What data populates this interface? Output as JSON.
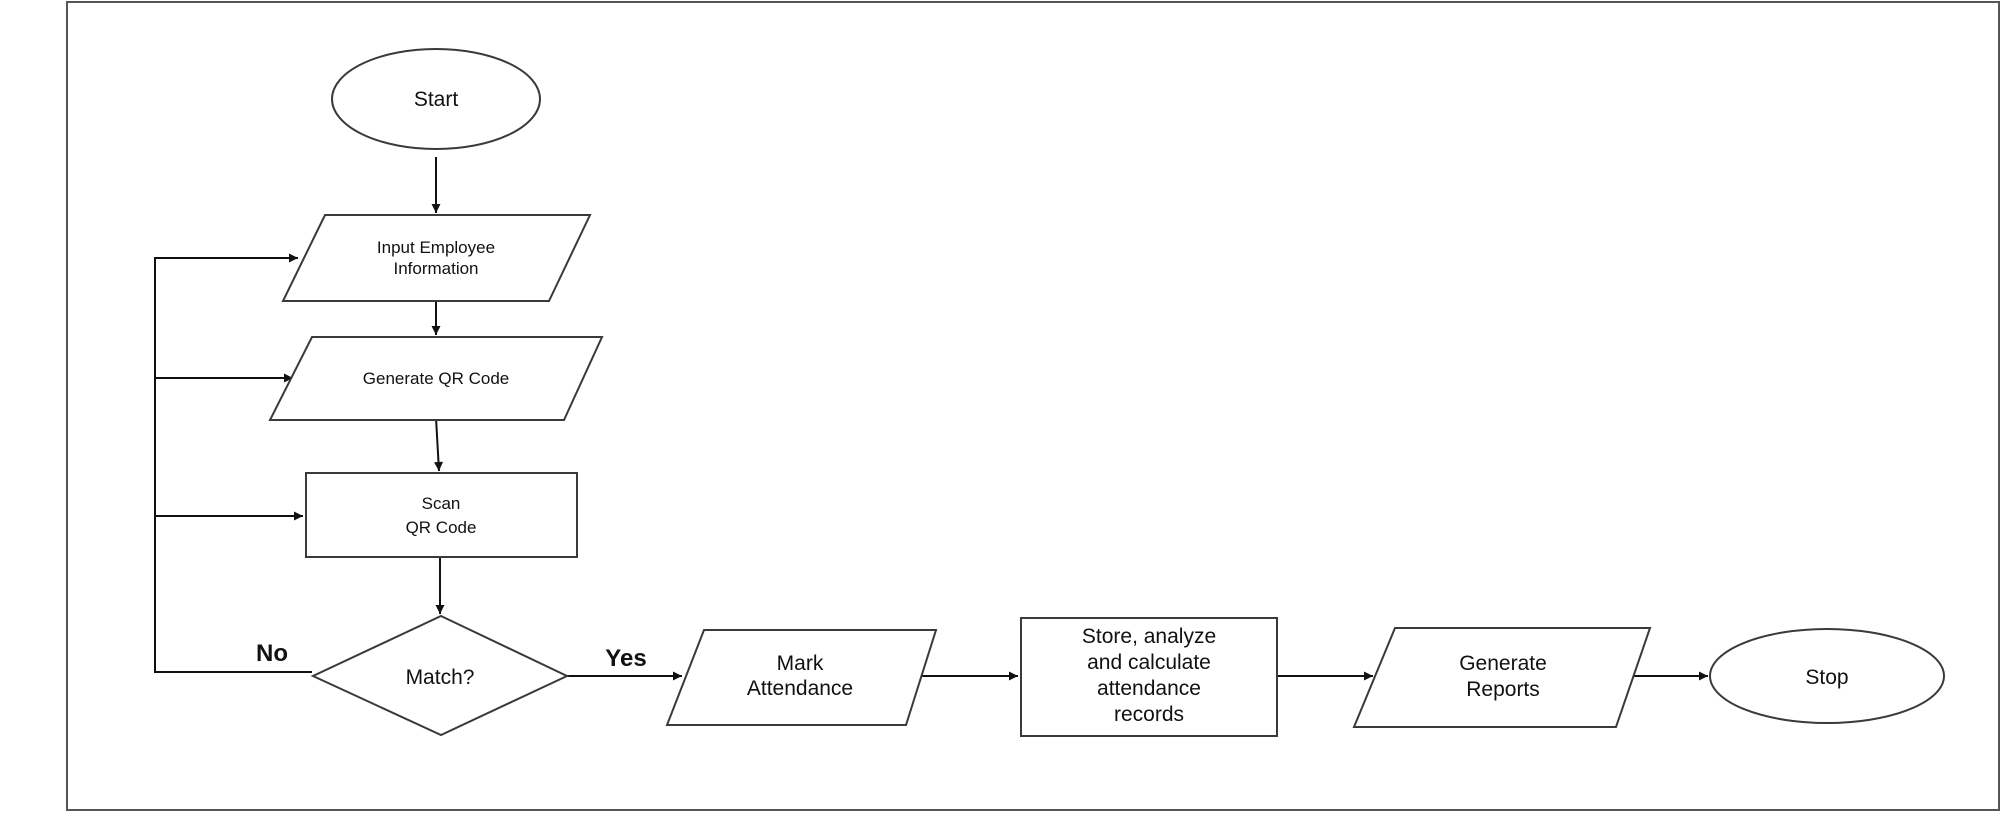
{
  "nodes": {
    "start": {
      "label": "Start"
    },
    "input": {
      "lines": [
        "Input Employee",
        "Information"
      ]
    },
    "generate_qr": {
      "label": "Generate QR Code"
    },
    "scan": {
      "lines": [
        "Scan",
        "QR Code"
      ]
    },
    "match": {
      "label": "Match?"
    },
    "mark": {
      "lines": [
        "Mark",
        "Attendance"
      ]
    },
    "store": {
      "lines": [
        "Store, analyze",
        "and calculate",
        "attendance",
        "records"
      ]
    },
    "reports": {
      "lines": [
        "Generate",
        "Reports"
      ]
    },
    "stop": {
      "label": "Stop"
    }
  },
  "edges": {
    "no_label": "No",
    "yes_label": "Yes"
  }
}
